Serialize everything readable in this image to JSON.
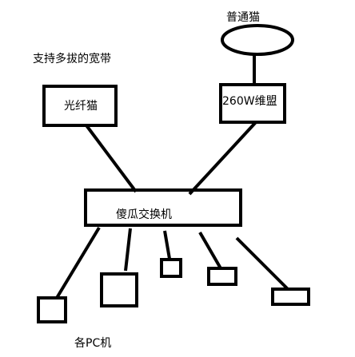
{
  "diagram": {
    "title_note": "支持多拔的宽带",
    "nodes": {
      "modem": "普通猫",
      "fiber_modem": "光纤猫",
      "router": "260W维盟",
      "switch": "傻瓜交换机",
      "pcs": "各PC机"
    },
    "colors": {
      "stroke": "#000000",
      "background": "#ffffff",
      "text": "#000000"
    }
  }
}
